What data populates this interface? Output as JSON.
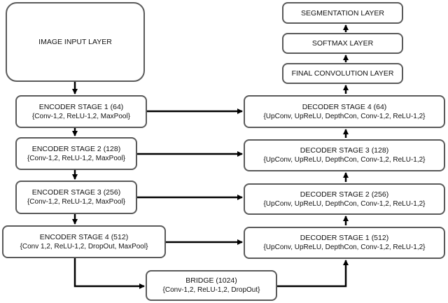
{
  "input_layer": "IMAGE INPUT LAYER",
  "encoders": [
    {
      "title": "ENCODER STAGE 1 (64)",
      "ops": "{Conv-1,2, ReLU-1,2, MaxPool}"
    },
    {
      "title": "ENCODER STAGE 2 (128)",
      "ops": "{Conv-1,2, ReLU-1,2, MaxPool}"
    },
    {
      "title": "ENCODER STAGE 3 (256)",
      "ops": "{Conv-1,2, ReLU-1,2, MaxPool}"
    },
    {
      "title": "ENCODER STAGE 4 (512)",
      "ops": "{Conv 1,2, ReLU-1,2, DropOut, MaxPool}"
    }
  ],
  "bridge": {
    "title": "BRIDGE (1024)",
    "ops": "{Conv-1,2, ReLU-1,2, DropOut}"
  },
  "decoders": [
    {
      "title": "DECODER STAGE 4 (64)",
      "ops": "{UpConv, UpReLU, DepthCon, Conv-1,2, ReLU-1,2}"
    },
    {
      "title": "DECODER STAGE 3 (128)",
      "ops": "{UpConv, UpReLU, DepthCon, Conv-1,2, ReLU-1,2}"
    },
    {
      "title": "DECODER STAGE 2 (256)",
      "ops": "{UpConv, UpReLU, DepthCon, Conv-1,2, ReLU-1,2}"
    },
    {
      "title": "DECODER STAGE 1 (512)",
      "ops": "{UpConv, UpReLU, DepthCon, Conv-1,2, ReLU-1,2}"
    }
  ],
  "output_layers": {
    "final_conv": "FINAL CONVOLUTION LAYER",
    "softmax": "SOFTMAX LAYER",
    "segmentation": "SEGMENTATION LAYER"
  },
  "colors": {
    "border": "#5a5a5a",
    "arrow": "#000000",
    "text": "#111111"
  }
}
